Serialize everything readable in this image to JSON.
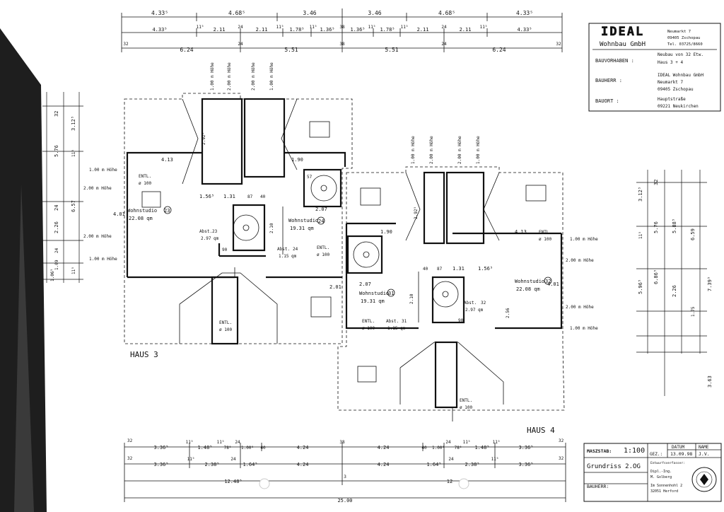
{
  "company": {
    "logo": "IDEAL",
    "name": "Wohnbau GmbH",
    "address1": "Neumarkt 7",
    "address2": "09405 Zschopau",
    "phone": "Tel. 03725/8660"
  },
  "project": {
    "vorhaben_label": "BAUVORHABEN :",
    "vorhaben_1": "Neubau von 32 Etw.",
    "vorhaben_2": "Haus 3 + 4",
    "bauherr_label": "BAUHERR :",
    "bauherr_1": "IDEAL Wohnbau GmbH",
    "bauherr_2": "Neumarkt 7",
    "bauherr_3": "09405 Zschopau",
    "bauort_label": "BAUORT :",
    "bauort_1": "Hauptstraße",
    "bauort_2": "09221 Neukirchen"
  },
  "title_block": {
    "scale_label": "MASZSTAB:",
    "scale": "1:100",
    "datum_header": "DATUM",
    "name_header": "NAME",
    "gez_label": "GEZ.:",
    "date": "13.09.98",
    "initials": "J.V.",
    "drawing_title": "Grundriss 2.OG",
    "entwurf": "Entwurfsverfasser:",
    "architect_1": "Dipl.-Ing.",
    "architect_2": "M. Golberg",
    "address_1": "Im Sonnenhohl 2",
    "address_2": "32051 Herford",
    "bauherr_label": "BAUHERR:"
  },
  "houses": {
    "haus3": "HAUS 3",
    "haus4": "HAUS 4"
  },
  "rooms": {
    "ws23_name": "Wohnstudio",
    "ws23_num": "23",
    "ws23_area": "22.08 qm",
    "ws24_name": "Wohnstudio",
    "ws24_num": "24",
    "ws24_area": "19.31 qm",
    "ws31_name": "Wohnstudio",
    "ws31_num": "31",
    "ws31_area": "19.31 qm",
    "ws32_name": "Wohnstudio",
    "ws32_num": "32",
    "ws32_area": "22.08 qm",
    "abst23_name": "Abst.",
    "abst23_num": "23",
    "abst23_area": "2.97 qm",
    "abst24_name": "Abst.",
    "abst24_num": "24",
    "abst24_area": "1.15 qm",
    "abst31_name": "Abst.",
    "abst31_num": "31",
    "abst31_area": "1.15 qm",
    "abst32_name": "Abst.",
    "abst32_num": "32",
    "abst32_area": "2.97 qm",
    "entl": "ENTL.",
    "entl_size": "ø 100"
  },
  "heights": {
    "h100": "1.00 m Höhe",
    "h200": "2.00 m Höhe"
  },
  "dims_top": {
    "row1": [
      "4.33⁵",
      "4.68⁵",
      "3.46",
      "3.46",
      "4.68⁵",
      "4.33⁵"
    ],
    "row2": [
      "4.33⁵",
      "11⁵",
      "2.11",
      "24",
      "2.11",
      "11⁵",
      "1.78⁵",
      "11⁵",
      "1.36⁵",
      "38",
      "1.36⁵",
      "11⁵",
      "1.78⁵",
      "11⁵",
      "2.11",
      "24",
      "2.11",
      "11⁵",
      "4.33⁵"
    ],
    "row3": [
      "32",
      "6.24",
      "24",
      "5.51",
      "38",
      "5.51",
      "24",
      "6.24",
      "32"
    ]
  },
  "dims_bottom": {
    "row1": [
      "32",
      "3.36⁵",
      "11⁵",
      "1.48⁵",
      "11⁵",
      "78⁵",
      "24",
      "1.00⁵",
      "40",
      "4.24",
      "38",
      "4.24",
      "40",
      "1.00⁵",
      "24",
      "78⁵",
      "11⁵",
      "1.48⁵",
      "11⁵",
      "3.36⁵",
      "32"
    ],
    "row2": [
      "32",
      "3.36⁵",
      "11⁵",
      "2.38⁵",
      "24",
      "1.64⁵",
      "4.24",
      "4.24",
      "1.64⁵",
      "24",
      "2.38⁵",
      "11⁵",
      "3.36⁵",
      "32"
    ],
    "row3": [
      "12.48⁵",
      "3",
      "12"
    ],
    "total": "25.00"
  },
  "dims_left": [
    "32",
    "3.12⁵",
    "5.76",
    "11⁵",
    "24",
    "6.57",
    "2.26",
    "24",
    "1.09",
    "11⁵",
    "1.06⁵"
  ],
  "dims_right": [
    "32",
    "3.12⁵",
    "5.76",
    "5.88⁵",
    "6.59",
    "11⁵",
    "5.96⁵",
    "6.86⁵",
    "2.26",
    "7.39⁵",
    "1.75",
    "3.63"
  ],
  "inner_dims": {
    "d413_left": "4.13",
    "d190_left": "1.90",
    "d207_left": "2.07",
    "d156_left": "1.56⁵",
    "d131_left": "1.31",
    "d87": "87",
    "d40": "40",
    "d57": "57",
    "d90": "90",
    "d210": "2.10",
    "d201": "2.01",
    "d413_right": "4.13",
    "d190_right": "1.90",
    "d207_right": "2.07",
    "d156_right": "1.56⁵",
    "d131_right": "1.31",
    "d401": "4.01",
    "d292": "2.92⁵",
    "d256": "2.56"
  }
}
